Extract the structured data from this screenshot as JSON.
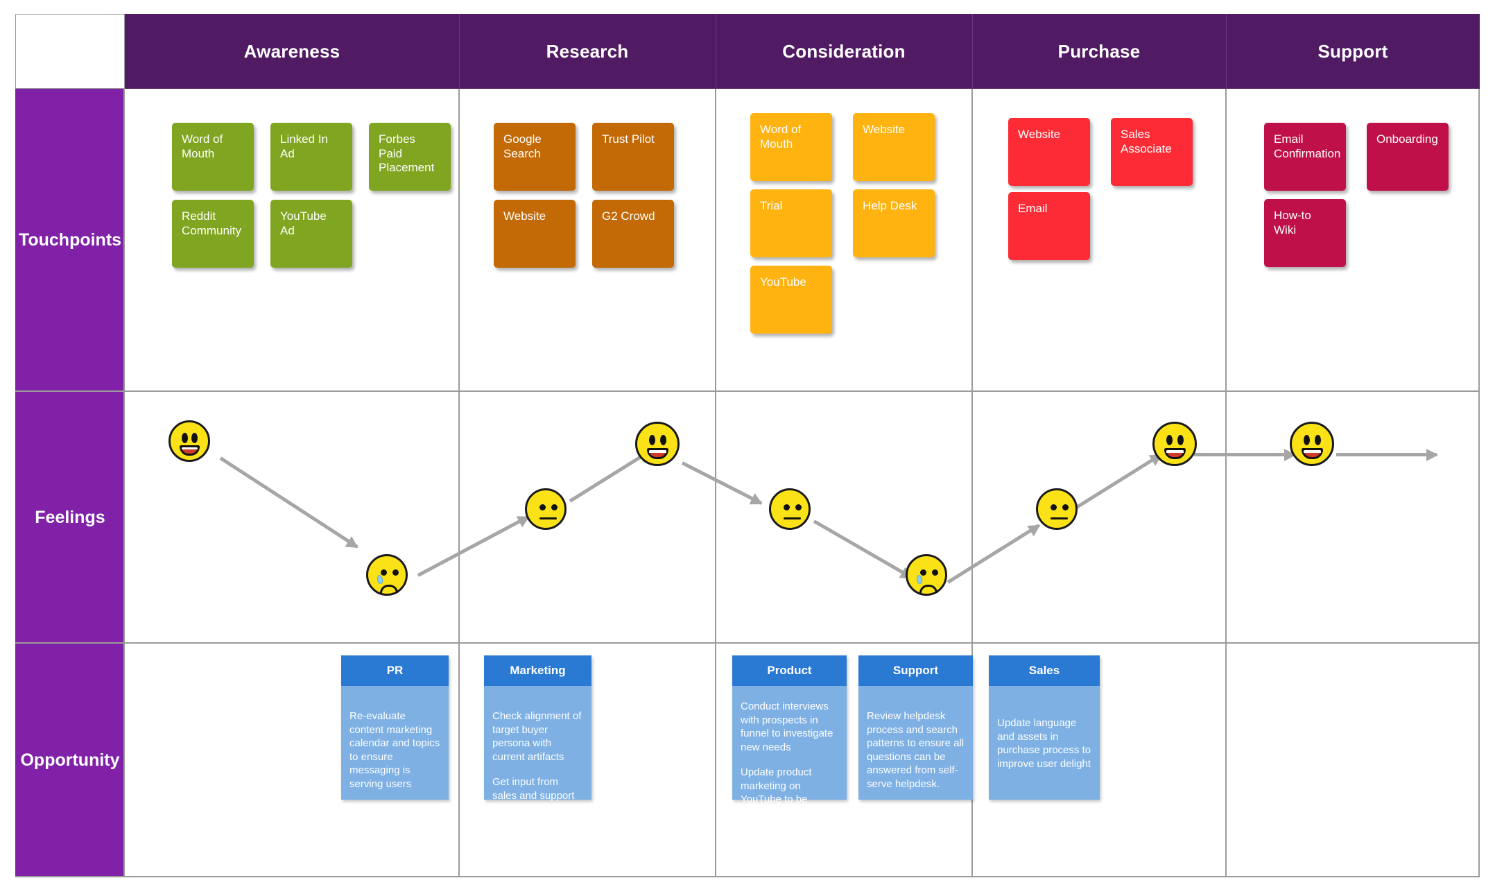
{
  "title": "Customer Journey Map",
  "stages": [
    "Awareness",
    "Research",
    "Consideration",
    "Purchase",
    "Support"
  ],
  "rows": [
    {
      "label": "Touchpoints"
    },
    {
      "label": "Feelings"
    },
    {
      "label": "Opportunity"
    }
  ],
  "colors": {
    "header_purple": "#511b63",
    "row_label_purple": "#8021a8",
    "awareness_card": "#80a520",
    "research_card": "#c36a07",
    "consideration_card": "#ffb310",
    "purchase_card": "#fc2b35",
    "support_card": "#c01049",
    "opportunity_header": "#2a7ad4",
    "opportunity_body": "#7eb0e4",
    "arrow_gray": "#a6a6a6",
    "face_yellow": "#fbe216",
    "grid_line": "#9b9b9b"
  },
  "touchpoints": {
    "awareness": [
      "Word of Mouth",
      "Linked In Ad",
      "Forbes Paid Placement",
      "Reddit Community",
      "YouTube Ad"
    ],
    "research": [
      "Google Search",
      "Trust Pilot",
      "Website",
      "G2 Crowd"
    ],
    "consideration": [
      "Word of Mouth",
      "Website",
      "Trial",
      "Help Desk",
      "YouTube"
    ],
    "purchase": [
      "Website",
      "Sales Associate",
      "Email"
    ],
    "support": [
      "Email Confirmation",
      "Onboarding",
      "How-to Wiki"
    ]
  },
  "feelings": {
    "sequence": [
      {
        "stage": "Awareness",
        "mood": "happy"
      },
      {
        "stage": "Awareness",
        "mood": "sad"
      },
      {
        "stage": "Research",
        "mood": "neutral"
      },
      {
        "stage": "Research",
        "mood": "happy"
      },
      {
        "stage": "Consideration",
        "mood": "neutral"
      },
      {
        "stage": "Consideration",
        "mood": "sad"
      },
      {
        "stage": "Purchase",
        "mood": "neutral"
      },
      {
        "stage": "Purchase",
        "mood": "happy"
      },
      {
        "stage": "Support",
        "mood": "happy"
      }
    ]
  },
  "opportunities": [
    {
      "stage": "Awareness",
      "owner": "PR",
      "notes": [
        "Re-evaluate content marketing calendar and topics to ensure messaging is serving users"
      ]
    },
    {
      "stage": "Research",
      "owner": "Marketing",
      "notes": [
        "Check alignment of target buyer persona with current artifacts",
        "Get input from sales and support teams"
      ]
    },
    {
      "stage": "Consideration",
      "owner": "Product",
      "notes": [
        "Conduct interviews with prospects in funnel to investigate new needs",
        "Update product marketing on YouTube to be fresher."
      ]
    },
    {
      "stage": "Consideration",
      "owner": "Support",
      "notes": [
        "Review helpdesk process and search patterns to ensure all questions can be answered from self-serve helpdesk."
      ]
    },
    {
      "stage": "Purchase",
      "owner": "Sales",
      "notes": [
        "Update language and assets in purchase process to improve user delight"
      ]
    }
  ]
}
